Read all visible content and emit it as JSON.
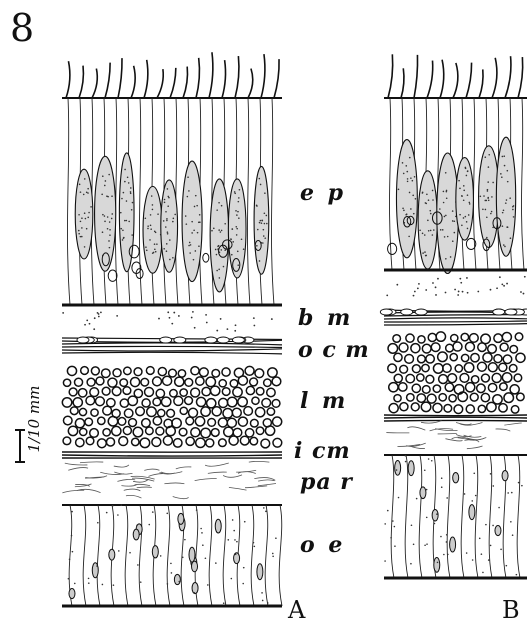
{
  "figure": {
    "number": "8",
    "scale_label": "1/10 mm",
    "layers": [
      {
        "id": "ep",
        "label": "e p"
      },
      {
        "id": "bm",
        "label": "b m"
      },
      {
        "id": "ocm",
        "label": "o c m"
      },
      {
        "id": "lm",
        "label": "l m"
      },
      {
        "id": "icm",
        "label": "i cm"
      },
      {
        "id": "par",
        "label": "pa r"
      },
      {
        "id": "oe",
        "label": "o e"
      }
    ],
    "panels": [
      {
        "id": "A",
        "label": "A"
      },
      {
        "id": "B",
        "label": "B"
      }
    ]
  }
}
